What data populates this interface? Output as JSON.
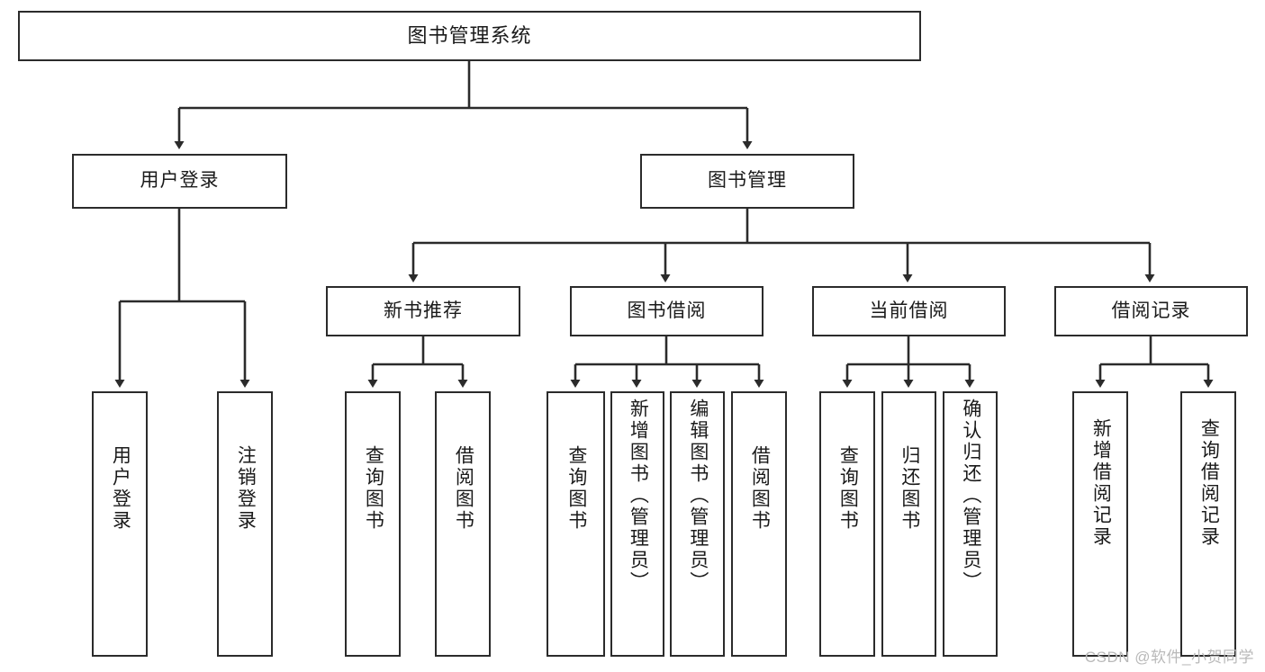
{
  "diagram": {
    "type": "tree",
    "title": "图书管理系统",
    "watermark": "CSDN @软件_小贺同学",
    "colors": {
      "stroke": "#2b2b2b",
      "fill": "#ffffff",
      "text": "#1a1a1a",
      "watermark": "#b9b9b9"
    },
    "root": {
      "label": "图书管理系统"
    },
    "level2": [
      {
        "label": "用户登录"
      },
      {
        "label": "图书管理"
      }
    ],
    "level3": [
      {
        "label": "新书推荐"
      },
      {
        "label": "图书借阅"
      },
      {
        "label": "当前借阅"
      },
      {
        "label": "借阅记录"
      }
    ],
    "leaves": [
      {
        "label": "用户登录"
      },
      {
        "label": "注销登录"
      },
      {
        "label": "查询图书"
      },
      {
        "label": "借阅图书"
      },
      {
        "label": "查询图书"
      },
      {
        "label": "新增图书（管理员）"
      },
      {
        "label": "编辑图书（管理员）"
      },
      {
        "label": "借阅图书"
      },
      {
        "label": "查询图书"
      },
      {
        "label": "归还图书"
      },
      {
        "label": "确认归还（管理员）"
      },
      {
        "label": "新增借阅记录"
      },
      {
        "label": "查询借阅记录"
      }
    ]
  }
}
